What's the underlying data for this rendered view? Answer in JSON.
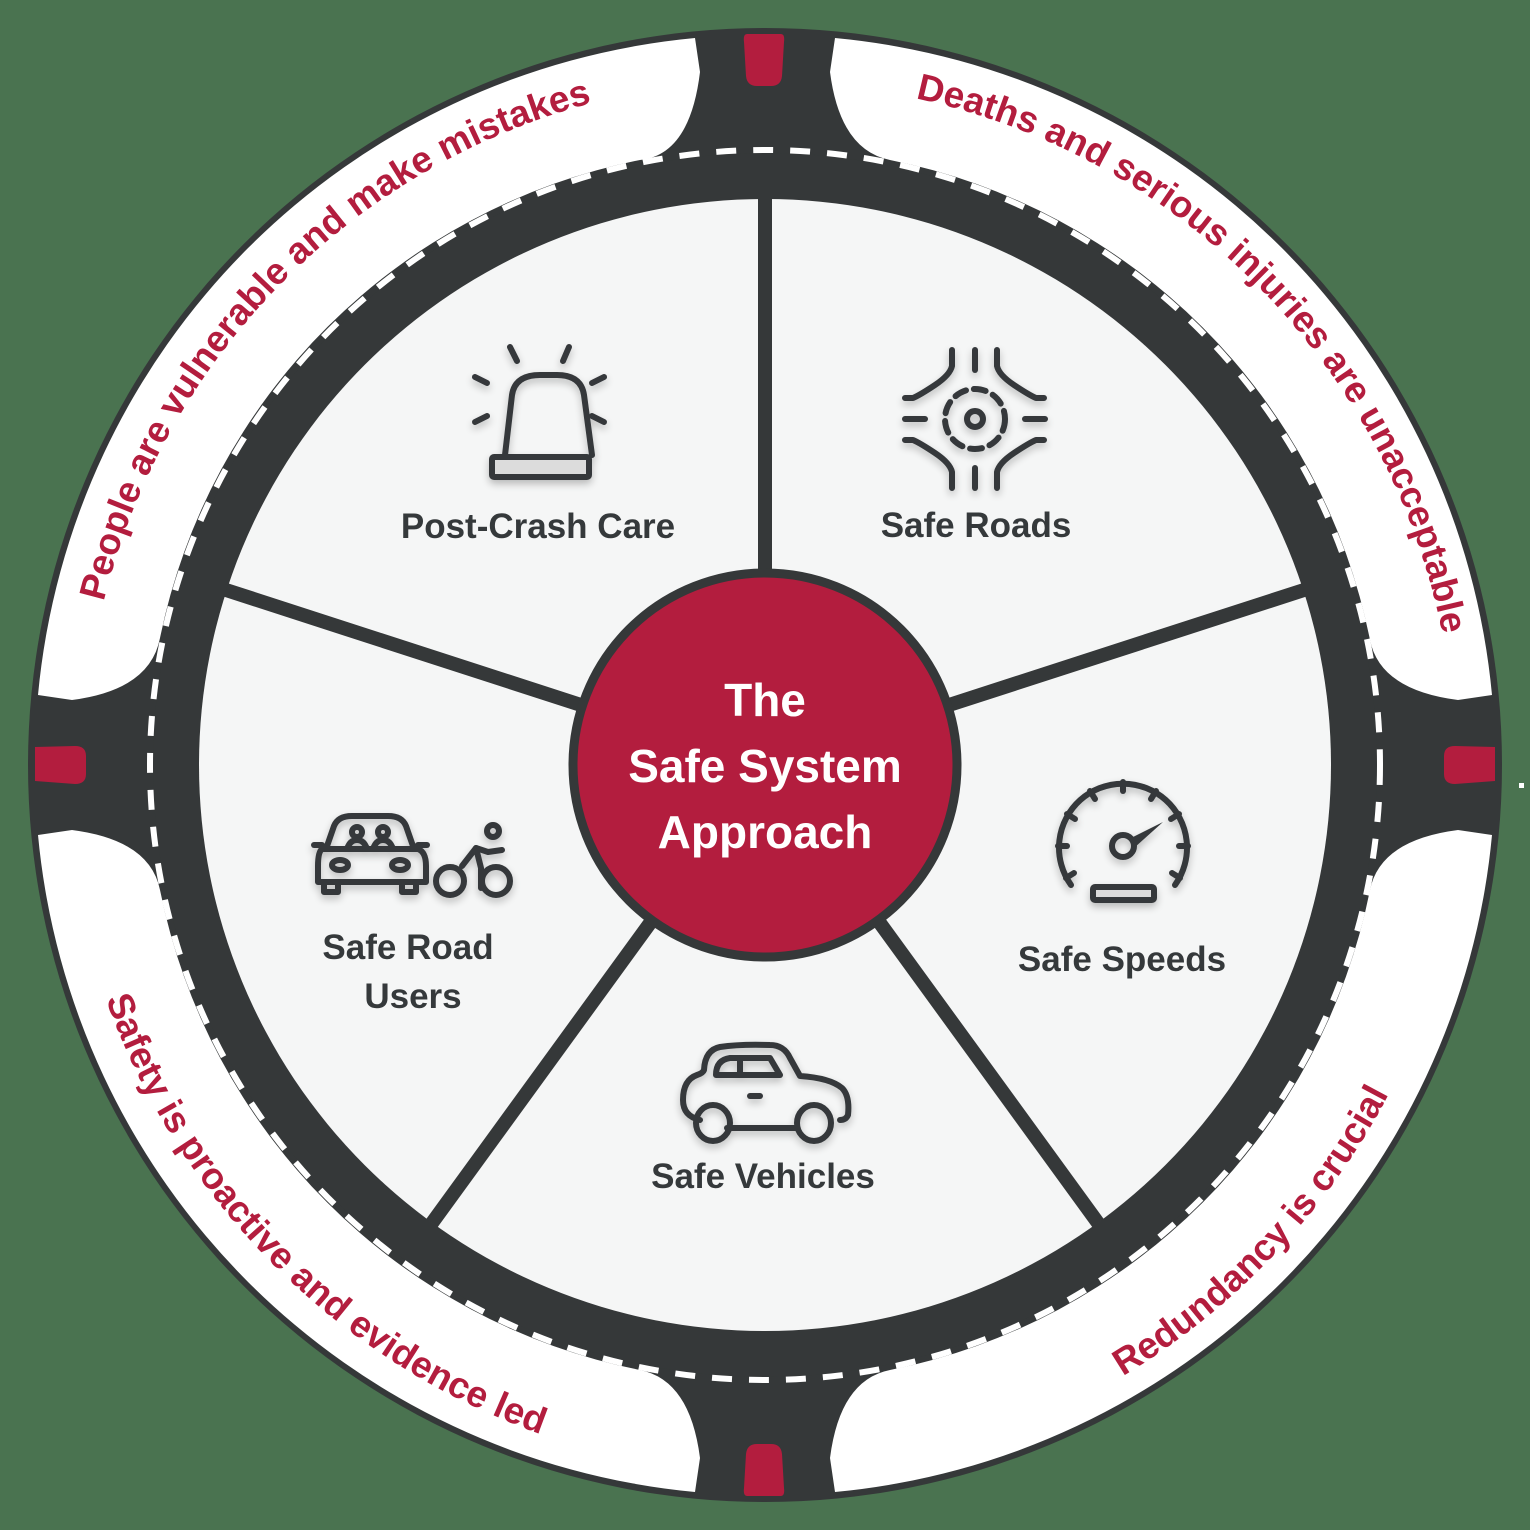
{
  "title": "The Safe System Approach",
  "colors": {
    "background": "#4a7350",
    "road": "#353839",
    "band": "#ffffff",
    "inner_disk": "#f5f6f6",
    "accent_red": "#b31d3e",
    "text_dark": "#35393b",
    "dash": "#ffffff"
  },
  "hub": {
    "line1": "The",
    "line2": "Safe System",
    "line3": "Approach"
  },
  "pillars": [
    {
      "label": "Post-Crash Care",
      "icon": "siren-light-icon"
    },
    {
      "label": "Safe Roads",
      "icon": "roundabout-icon"
    },
    {
      "label": "Safe Speeds",
      "icon": "speedometer-icon"
    },
    {
      "label": "Safe Vehicles",
      "icon": "car-icon"
    },
    {
      "label_line1": "Safe Road",
      "label_line2": "Users",
      "icon": "car-and-cyclist-icon"
    }
  ],
  "principles": [
    {
      "text": "People are vulnerable and make mistakes",
      "position": "top-left"
    },
    {
      "text": "Deaths and serious injuries are unacceptable",
      "position": "top-right"
    },
    {
      "text": "Redundancy is crucial",
      "position": "bottom-right"
    },
    {
      "text": "Safety is proactive and evidence led",
      "position": "bottom-left"
    }
  ]
}
